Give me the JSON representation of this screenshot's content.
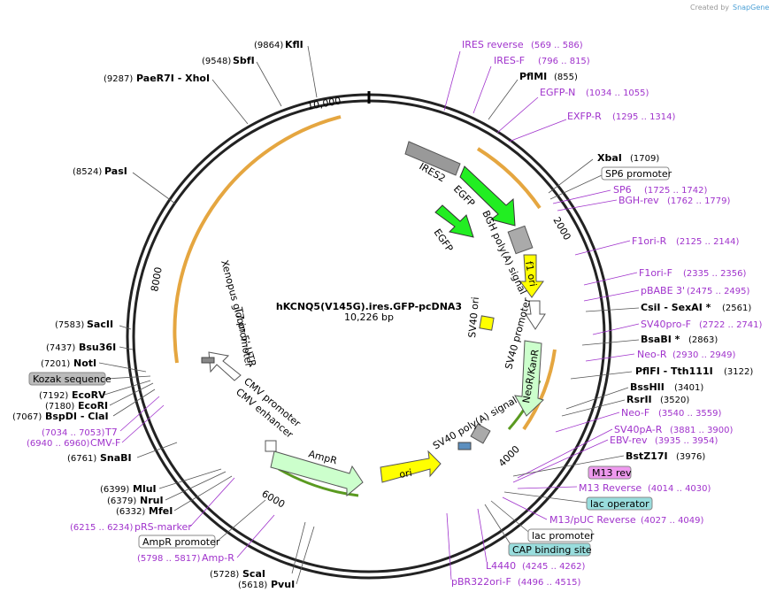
{
  "credit": {
    "prefix": "Created by",
    "brand": "SnapGene"
  },
  "center": {
    "name": "hKCNQ5(V145G).ires.GFP-pcDNA3",
    "size": "10,226 bp"
  },
  "ticks": [
    "10,000",
    "2000",
    "4000",
    "6000",
    "8000"
  ],
  "right_sites": [
    {
      "name": "IRES reverse",
      "pos": "(569 .. 586)"
    },
    {
      "name": "IRES-F",
      "pos": "(796 .. 815)"
    },
    {
      "name": "PflMI",
      "pos": "(855)"
    },
    {
      "name": "EGFP-N",
      "pos": "(1034 .. 1055)"
    },
    {
      "name": "EXFP-R",
      "pos": "(1295 .. 1314)"
    },
    {
      "name": "XbaI",
      "pos": "(1709)"
    },
    {
      "name": "SP6 promoter",
      "pos": ""
    },
    {
      "name": "SP6",
      "pos": "(1725 .. 1742)"
    },
    {
      "name": "BGH-rev",
      "pos": "(1762 .. 1779)"
    },
    {
      "name": "F1ori-R",
      "pos": "(2125 .. 2144)"
    },
    {
      "name": "F1ori-F",
      "pos": "(2335 .. 2356)"
    },
    {
      "name": "pBABE 3'",
      "pos": "(2475 .. 2495)"
    },
    {
      "name": "CsiI  -  SexAI *",
      "pos": "(2561)"
    },
    {
      "name": "SV40pro-F",
      "pos": "(2722 .. 2741)"
    },
    {
      "name": "BsaBI *",
      "pos": "(2863)"
    },
    {
      "name": "Neo-R",
      "pos": "(2930 .. 2949)"
    },
    {
      "name": "PflFI  -  Tth111I",
      "pos": "(3122)"
    },
    {
      "name": "BssHII",
      "pos": "(3401)"
    },
    {
      "name": "RsrII",
      "pos": "(3520)"
    },
    {
      "name": "Neo-F",
      "pos": "(3540 .. 3559)"
    },
    {
      "name": "SV40pA-R",
      "pos": "(3881 .. 3900)"
    },
    {
      "name": "EBV-rev",
      "pos": "(3935 .. 3954)"
    },
    {
      "name": "BstZ17I",
      "pos": "(3976)"
    },
    {
      "name": "M13 rev",
      "pos": ""
    },
    {
      "name": "M13 Reverse",
      "pos": "(4014 .. 4030)"
    },
    {
      "name": "lac operator",
      "pos": ""
    },
    {
      "name": "M13/pUC Reverse",
      "pos": "(4027 .. 4049)"
    },
    {
      "name": "lac promoter",
      "pos": ""
    },
    {
      "name": "CAP binding site",
      "pos": ""
    },
    {
      "name": "L4440",
      "pos": "(4245 .. 4262)"
    },
    {
      "name": "pBR322ori-F",
      "pos": "(4496 .. 4515)"
    }
  ],
  "left_sites": [
    {
      "name": "KflI",
      "pos": "(9864)"
    },
    {
      "name": "SbfI",
      "pos": "(9548)"
    },
    {
      "name": "PaeR7I   -  XhoI",
      "pos": "(9287)"
    },
    {
      "name": "PasI",
      "pos": "(8524)"
    },
    {
      "name": "SacII",
      "pos": "(7583)"
    },
    {
      "name": "Bsu36I",
      "pos": "(7437)"
    },
    {
      "name": "NotI",
      "pos": "(7201)"
    },
    {
      "name": "Kozak sequence",
      "pos": ""
    },
    {
      "name": "EcoRV",
      "pos": "(7192)"
    },
    {
      "name": "EcoRI",
      "pos": "(7180)"
    },
    {
      "name": "BspDI  -  ClaI",
      "pos": "(7067)"
    },
    {
      "name": "T7",
      "pos": "(7034 .. 7053)"
    },
    {
      "name": "CMV-F",
      "pos": "(6940 .. 6960)"
    },
    {
      "name": "SnaBI",
      "pos": "(6761)"
    },
    {
      "name": "MluI",
      "pos": "(6399)"
    },
    {
      "name": "NruI",
      "pos": "(6379)"
    },
    {
      "name": "MfeI",
      "pos": "(6332)"
    },
    {
      "name": "pRS-marker",
      "pos": "(6215 .. 6234)"
    },
    {
      "name": "AmpR promoter",
      "pos": ""
    },
    {
      "name": "Amp-R",
      "pos": "(5798 .. 5817)"
    },
    {
      "name": "ScaI",
      "pos": "(5728)"
    },
    {
      "name": "PvuI",
      "pos": "(5618)"
    }
  ],
  "features": [
    "IRES2",
    "EGFP",
    "EGFP",
    "BGH poly(A) signal",
    "f1 ori",
    "SV40 promoter",
    "NeoR/KanR",
    "SV40 ori",
    "SV40 poly(A) signal",
    "ori",
    "AmpR",
    "CMV promoter",
    "CMV enhancer",
    "T7 promoter",
    "Xenopus globin 5'-UTR"
  ],
  "colors": {
    "egfp": "#22ee22",
    "ori": "#ffff00",
    "grey": "#aaaaaa",
    "neo": "#ccffcc",
    "orf": "#f0b050",
    "primer": "#a033cc",
    "backbone": "#222222"
  }
}
